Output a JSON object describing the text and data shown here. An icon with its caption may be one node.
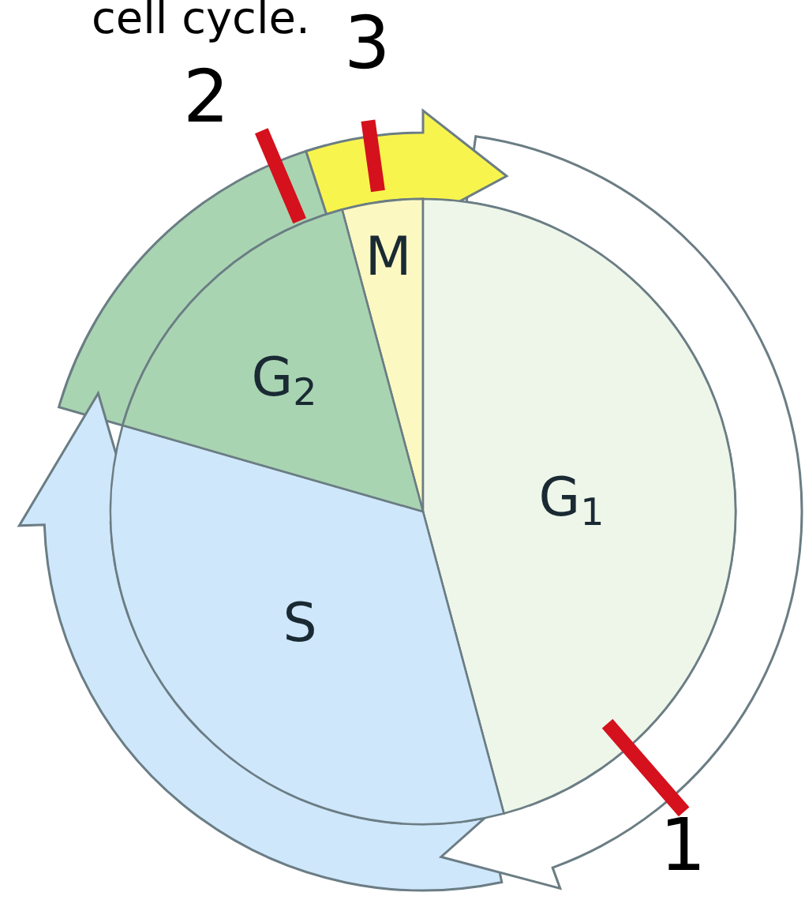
{
  "diagram": {
    "nodes": [
      {
        "text": [
          "M"
        ]
      },
      {
        "text": [
          "G$_{1}$"
        ]
      },
      {
        "text": [
          "S"
        ]
      },
      {
        "text": [
          "G$_{2}$"
        ]
      }
    ],
    "labels": [
      "cell cycle.",
      "2",
      "3",
      "1"
    ]
  }
}
